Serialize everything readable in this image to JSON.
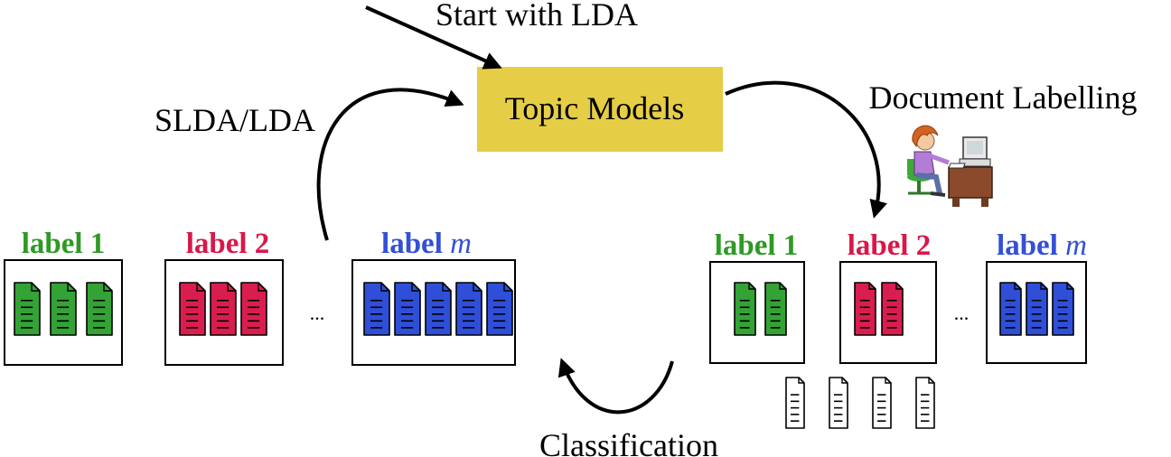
{
  "labels": {
    "start": "Start with LDA",
    "topic_models": "Topic Models",
    "document_labelling": "Document Labelling",
    "slda_lda": "SLDA/LDA",
    "classification": "Classification",
    "ellipsis": "..."
  },
  "groups": {
    "left": {
      "label1": {
        "word": "label",
        "num": "1"
      },
      "label2": {
        "word": "label",
        "num": "2"
      },
      "labelm": {
        "word": "label",
        "num": "m"
      }
    },
    "right": {
      "label1": {
        "word": "label",
        "num": "1"
      },
      "label2": {
        "word": "label",
        "num": "2"
      },
      "labelm": {
        "word": "label",
        "num": "m"
      }
    }
  },
  "doc_counts": {
    "left": [
      3,
      3,
      5
    ],
    "right": [
      2,
      2,
      3
    ],
    "unlabeled": 4
  },
  "colors": {
    "label1": "#2e9a25",
    "label2": "#d8184a",
    "labelm": "#3350d6",
    "topic_box": "#e6cd46",
    "doc_green": "#34a336",
    "doc_red": "#d91e4f",
    "doc_blue": "#2f4fd8"
  },
  "icons": {
    "person": "person-at-computer-icon",
    "document": "document-icon"
  }
}
